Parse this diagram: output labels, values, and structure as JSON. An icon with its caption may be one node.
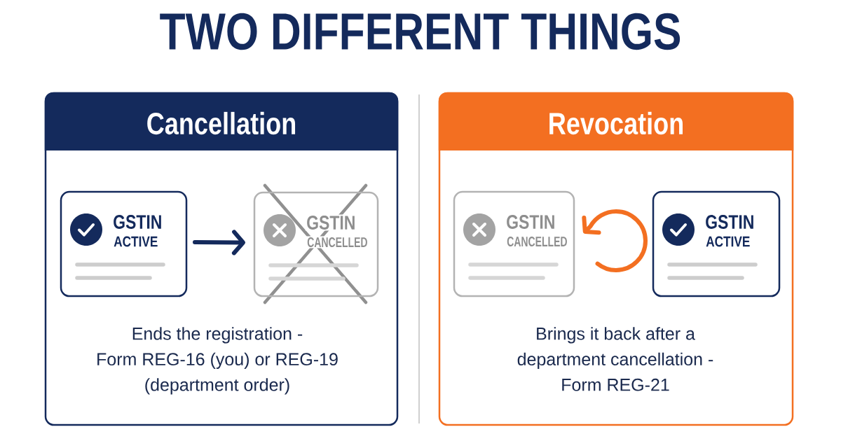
{
  "diagram": {
    "title": "TWO DIFFERENT THINGS",
    "nodes": [
      {
        "text": [
          "Cancellation",
          "Ends the registration - Form REG-16 (you) or REG-19 (department order)"
        ]
      },
      {
        "text": [
          "GSTIN",
          "ACTIVE"
        ],
        "in": 0
      },
      {
        "text": [
          "GSTIN",
          "CANCELLED"
        ],
        "in": 0
      },
      {
        "text": [
          "Revocation",
          "Brings it back after a department cancellation - Form REG-21"
        ]
      },
      {
        "text": [
          "GSTIN",
          "CANCELLED"
        ],
        "in": 3
      },
      {
        "text": [
          "GSTIN",
          "ACTIVE"
        ],
        "in": 3
      }
    ],
    "edges": [
      {
        "from": 1,
        "to": 2,
        "arrow": "to"
      },
      {
        "from": 5,
        "to": 4,
        "arrow": "to",
        "color": "#f36f21"
      }
    ]
  }
}
